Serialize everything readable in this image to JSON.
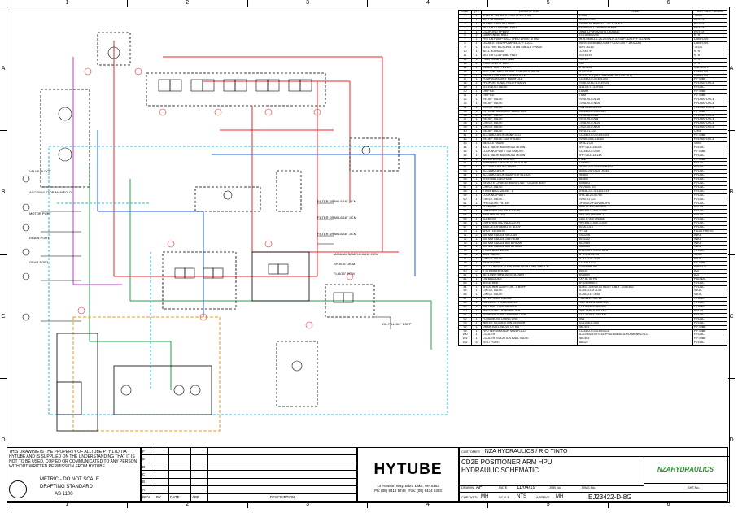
{
  "zones": {
    "cols": [
      "1",
      "2",
      "3",
      "4",
      "5",
      "6"
    ],
    "rows": [
      "A",
      "B",
      "C",
      "D"
    ]
  },
  "parts_header": {
    "line": "LINE",
    "qty": "QTY",
    "desc": "DESCRIPTION",
    "code": "CODE",
    "supplier": "SUPPLIER / BRAND"
  },
  "parts": [
    [
      "1",
      "1",
      "37kW 4P B3 415 V - RIO SPEC IP55",
      "37045",
      "TECO"
    ],
    [
      "2",
      "1",
      "BELL HOUSING",
      "PB400/22/53",
      "ROTEX"
    ],
    [
      "3",
      "1",
      "PUMP COUPLING HALF",
      "R48/60 SL BORED 1.25\" CODE K",
      "ROTEX"
    ],
    [
      "4",
      "1",
      "MOTOR COUPLING HALF",
      "R48/60/25 12 BORED 60MM",
      "ROTEX"
    ],
    [
      "5",
      "1",
      "COUPLING SPIDER",
      "DR48 T-PUR 92 SHA ORANGE",
      "ROTEX"
    ],
    [
      "6",
      "2",
      "DAMPENING ROD",
      "RTA DSM 2255",
      "KTR"
    ],
    [
      "7",
      "1",
      "PISTON PUMP 60CC THRU DRIVE SI PAD",
      "JR-R-045B-LS-28-20-NN-N-3-K4BP-A2H-FFF-GJ-NNN",
      "DANFOSS"
    ],
    [
      "8",
      "1",
      "DOUBLE GEAR PUMP 54CC + 1.2CC",
      "JSP20.53EBSB82-00M + 01S2-100 + 1P02GAS",
      "DANFOSS"
    ],
    [
      "9",
      "1",
      "ELECTRIC MOTOR 0.75 kW SINGLE PHASE",
      "0E07-80-10",
      "TECO"
    ],
    [
      "10",
      "1",
      "BELL HOUSING",
      "LC200T/F",
      "KTR"
    ],
    [
      "11",
      "1",
      "MOTOR COUPLING HALF",
      "ROTEX19",
      "KTR"
    ],
    [
      "12",
      "1",
      "PUMP COUPLING HALF",
      "ROTEX",
      "KTR"
    ],
    [
      "13",
      "1",
      "COUPLING SPIDER",
      "R42",
      "KTR"
    ],
    [
      "14",
      "1",
      "GEAR PUMP - 1.2CC",
      "1P02GAS",
      "GALTECH"
    ],
    [
      "15",
      "1",
      "PVG 32B DIRECTIONAL CONTROL VALVE",
      "11227475",
      "DANFOSS"
    ],
    [
      "16",
      "1",
      "VALVE CONTROLLER MODULE",
      "SC024-110 (NOT SHOWN ON CIRCUIT)",
      "DANFOSS"
    ],
    [
      "17",
      "1",
      "PUMP AUXILIARY MANIFOLD",
      "EJ23422-0-26-691303",
      "HYTUBE"
    ],
    [
      "18",
      "1",
      "PROPORTIONAL RELIEF VALVE",
      "TS98-20-B0-D-N-ER24",
      "HYDRAFORCE"
    ],
    [
      "19",
      "1",
      "SOLENOID VALVE",
      "1111-08-T14-ER14",
      "HYDAC"
    ],
    [
      "30",
      "1",
      "ORIFICE",
      "0.8 MM",
      "HYTUBE"
    ],
    [
      "31",
      "1",
      "ORIFICE",
      "1 MM",
      "HYTUBE"
    ],
    [
      "32",
      "1",
      "RELIEF VALVE",
      "RV08-26-0-N-18",
      "HYDRAFORCE"
    ],
    [
      "33",
      "1",
      "RELIEF VALVE",
      "CV08-20-0-N-05",
      "HYDRAFORCE"
    ],
    [
      "34",
      "1",
      "CHECK VALVE",
      "HCV08-20-0-0-05",
      "HYDRAFORCE"
    ],
    [
      "35",
      "1",
      "OFFLINE AUXILIARY MANIFOLD",
      "EJ23422-0-0-691519",
      "HYTUBE"
    ],
    [
      "36",
      "1",
      "RELIEF VALVE",
      "RV08-26-0-N-8",
      "HYDRAFORCE"
    ],
    [
      "37",
      "1",
      "RELIEF VALVE",
      "RV10-26-0-N-8",
      "HYDRAFORCE"
    ],
    [
      "38",
      "1",
      "CHECK VALVE",
      "CV08-20-0-N-25",
      "HYDRAFORCE"
    ],
    [
      "39",
      "1",
      "CHECK VALVE",
      "CV12-20-0-N-05",
      "HYDRAFORCE"
    ],
    [
      "40",
      "1",
      "RELIEF VALVE",
      "RV15-01-X/2",
      "CHNT"
    ],
    [
      "41",
      "1",
      "ACCUMULATOR MANIFOLD",
      "EJ23422-0-0-0-691303",
      "HYTUBE"
    ],
    [
      "42",
      "1",
      "RELIEF VALVE CARTRIDGE",
      "RV050-20A-0-N-50",
      "HYDRAFORCE"
    ],
    [
      "43",
      "1",
      "NEEDLE VALVE",
      "NF8C-LCN",
      "SUN"
    ],
    [
      "44",
      "1",
      "BALL VALVE MANIFOLD MOUNT",
      "KHP-06-1114-02X",
      "HYDAC"
    ],
    [
      "45",
      "1",
      "LOCKING PLATE SUIT ABOVE",
      "EJ23422-0-0-49",
      "HYTUBE"
    ],
    [
      "46",
      "1",
      "BALL VALVE MANIFOLD MOUNT",
      "KHP-06-1114-14X",
      "HYDAC"
    ],
    [
      "50",
      "1",
      "BLEED DOWN ORIFICE",
      "2 MM",
      "HYTUBE"
    ],
    [
      "51",
      "1",
      "30MM PRS GAUGE 1/4 BOTTOM",
      "0256851",
      "HYDAC"
    ],
    [
      "52",
      "1",
      "ACCUMULATOR CLAMP",
      "HY06C325-334/334 H3 ST",
      "HYDAC"
    ],
    [
      "53",
      "1",
      "ACCUMULATOR",
      "SB400-20F/212F-400D",
      "HYDAC"
    ],
    [
      "54",
      "1",
      "ACCUMULATOR ADAPTOR BLOCK",
      "264800",
      "HYDAC"
    ],
    [
      "55",
      "1",
      "THERMAL GAS FUSE",
      "383501",
      "HYDAC"
    ],
    [
      "56",
      "1",
      "REMOTE CHARGE MANIFOLD + GAUGE 400h",
      "3096823",
      "HYDAC"
    ],
    [
      "57",
      "1",
      "CHECK VALVE",
      "RV 25 01 X/2",
      "HYDAC"
    ],
    [
      "58",
      "1",
      "2 WAY BALL VALVE - 1\"",
      "KHB3K-G1-S-1114-01X",
      "HYDAC"
    ],
    [
      "59",
      "1",
      "LOCKING PLATE",
      "KHB-16-25-50760",
      "HYDAC"
    ],
    [
      "60",
      "1",
      "CHECK VALVE",
      "RV30-01 X/2",
      "HYDAC"
    ],
    [
      "61",
      "1",
      "PRESSURE FILTER",
      "DFMXTLNF4.0VB6-2PO",
      "HYDAC"
    ],
    [
      "62",
      "1",
      "ELEMENT",
      "0660 D 005 ON/SPO",
      "HYDAC"
    ],
    [
      "63",
      "1",
      "DIFFERENTIAL INDICATOR",
      "HPT306-C-050-S-000",
      "HYDAC"
    ],
    [
      "64",
      "1",
      "RETURN FILTER",
      "RF 1300 DP00A3.1",
      "HYDAC"
    ],
    [
      "65",
      "1",
      "ELEMENT",
      "1300 R 005 ON/-B6",
      "HYDAC"
    ],
    [
      "66",
      "1",
      "DIFFERENTIAL INDICATOR",
      "HPT306-C-050-A-000",
      "HYDAC"
    ],
    [
      "67",
      "1",
      "INDICATOR REMOTE BODY",
      "VI/4A-0-5.0",
      "HYDAC"
    ],
    [
      "70",
      "1",
      "SHUTTLE VALVE",
      "FPT38",
      "FLUID PRESS"
    ],
    [
      "71",
      "2",
      "100 MM GAUGE VACUUM",
      "2352226",
      "WIKA"
    ],
    [
      "72",
      "1",
      "100 MM GAUGE 25B REAR",
      "8014192",
      "WIKA"
    ],
    [
      "73",
      "1",
      "100 MM GAUGE 600 B REAR",
      "8012949",
      "WIKA"
    ],
    [
      "74",
      "1",
      "100 MM GAUGE 600 B REAR",
      "8023031",
      "WIKA"
    ],
    [
      "75",
      "1",
      "2 WAY BALL VALVE",
      "KH3-U/4 X SW12 BENT",
      "HYDAC"
    ],
    [
      "76",
      "1",
      "BALL VALVE",
      "SPR-2-S-01-X5",
      "SLOK"
    ],
    [
      "77",
      "1",
      "CHECK VALVE",
      "SCV1-0-4F-3-55",
      "SLOK"
    ],
    [
      "78",
      "1",
      "RESERVOIR",
      "EJ23422-0-0",
      "HYTUBE"
    ],
    [
      "79",
      "2",
      "SUCTION ISOLATION 50NB WITH LIMIT SWITCH",
      "SV3DN8PD8x",
      "IFAVECO"
    ],
    [
      "80",
      "2",
      "Y STRAINER 50NB",
      "50SO5",
      "AAT"
    ],
    [
      "81",
      "1",
      "BELLOWS 50NB ANSI150 NBR",
      "8RA50N",
      "AAT"
    ],
    [
      "82",
      "1",
      "OIL BLADDER",
      "EXP 8L 50 PU",
      "PRONAL"
    ],
    [
      "83",
      "1",
      "BREATHER",
      "BF5250HN0.6",
      "HYDAC"
    ],
    [
      "84",
      "1",
      "BREATHER ADAPTOR - 1\"BSPP",
      "BDBS1.0/-RV0.03 INLET ONLY - 2357852",
      "HYDAC"
    ],
    [
      "85",
      "1",
      "CHECK VALVE",
      "SCV8-0-16F-3-55",
      "SLOK"
    ],
    [
      "86",
      "1",
      "CHECK VALVE",
      "SCV8-0-1F-3-55",
      "SLOK"
    ],
    [
      "87",
      "1",
      "LEVEL TEMP GAUGE",
      "FSA-381-1.0/T/12",
      "HYDAC"
    ],
    [
      "88",
      "1",
      "OIL LEVEL TRANSDUCER",
      "HNS 3228-S-0530-000",
      "HYDAC"
    ],
    [
      "89",
      "1",
      "OIL TEMP TRANSDUCER",
      "ETS 3226-S-350-000",
      "HYDAC"
    ],
    [
      "90",
      "1",
      "PRESSURE TRANSMITTER",
      "HDA 7446-A-400-000",
      "HYDAC"
    ],
    [
      "91",
      "1",
      "TEMPERATURE TRANSMITTER",
      "ETS 3226-3-100-000",
      "HYDAC"
    ],
    [
      "92",
      "1",
      "FLUID MONITORING UNIT",
      "TBA",
      "HYDAC"
    ],
    [
      "93",
      "1",
      "WATER SATURATION SENSOR",
      "AS 1008-C-000",
      "HYDAC"
    ],
    [
      "95",
      "1",
      "DRAIN BALL VALVE 1/2 NB",
      "280-403",
      "HYTUBE"
    ],
    [
      "96",
      "1",
      "HPU TERMINATION MANIFOLD",
      "EJ23422-0-0-0-691523",
      "HYTUBE"
    ],
    [
      "100",
      "1",
      "COOLER",
      "AC-LN5S/1.0/F/415-IPS5/1/BE40-3/X/1SMRNNCPL1",
      "HYDAC"
    ],
    [
      "101",
      "1",
      "COOLER ISOLATION BALL VALVE",
      "280-403",
      "HYTUBE"
    ],
    [
      "102",
      "5",
      "TEST POINT",
      "580127",
      "HYDAC"
    ]
  ],
  "schematic_labels": {
    "filter_drain_1": "FILTER DRAIN-6/16\" JICM",
    "filter_drain_2": "FILTER DRAIN-6/16\" JICM",
    "filter_drain_3": "FILTER DRAIN-6/16\" JICM",
    "manual_sample": "MANUAL SAMPLE-6/16\" JICM",
    "sp": "SP-9/16\" JICM",
    "fl": "FL-6/16\" JICM",
    "oil_fill": "OIL FILL-3/4\" BSPP",
    "valve_block": "VALVE BLOCK",
    "accumulator_manifold": "ACCUMULATOR MANIFOLD",
    "motor_port": "MOTOR PORT",
    "drain_port": "DRAIN PORT",
    "gear_port": "GEAR PORT"
  },
  "notice": "THIS DRAWING IS THE PROPERTY OF ALLTUBE PTY LTD T/A HYTUBE AND IS SUPPLIED ON THE UNDERSTANDING THAT IT IS NOT TO BE USED, COPIED OR COMMUNICATED TO ANY PERSON WITHOUT WRITTEN PERMISSION FROM HYTUBE",
  "scale_note": "METRIC - DO NOT SCALE",
  "standard_line1": "DRAFTING STANDARD",
  "standard_line2": "AS 1100",
  "rev_header": {
    "rev": "REV",
    "by": "BY",
    "date": "DATE",
    "app": "APP",
    "desc": "DESCRIPTION"
  },
  "rev_letters": [
    "F",
    "E",
    "D",
    "C",
    "B",
    "A"
  ],
  "brand": "HYTUBE",
  "address": "14 Howson Way, Bibra Lake, WA 6163",
  "phone": "Ph: (08) 9418 5748",
  "fax": "Fax: (08) 9434 6303",
  "customer_label": "CUSTOMER",
  "customer": "NZA HYDRAULICS / RIO TINTO",
  "title1": "CD2E POSITIONER ARM HPU",
  "title2": "HYDRAULIC SCHEMATIC",
  "nza_logo": "NZAHYDRAULICS",
  "drawn_label": "DRAWN",
  "drawn": "AF",
  "date_label": "DATE",
  "date": "11/04/19",
  "job_label": "JOB No.",
  "checked_label": "CHECKED",
  "checked": "MH",
  "scale_label": "SCALE",
  "scale": "NTS",
  "approved_label": "APPRVD",
  "approved": "MH",
  "dwg_label": "DWG.No.",
  "dwg": "EJ23422-D-8G",
  "sht_label": "SHT.No."
}
